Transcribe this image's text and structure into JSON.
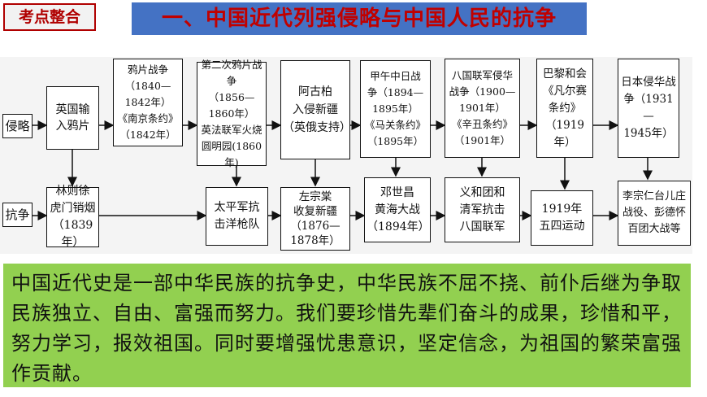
{
  "tag": "考点整合",
  "title": "一、中国近代列强侵略与中国人民的抗争",
  "rows": {
    "aggression": "侵略",
    "resistance": "抗争"
  },
  "aggression_events": [
    "英国输\n入鸦片",
    "鸦片战争\n（1840—1842年）\n《南京条约》\n（1842年）",
    "第二次鸦片战争\n（1856—1860年）\n英法联军火烧\n圆明园(1860年)",
    "阿古柏\n入侵新疆\n（英俄支持）",
    "甲午中日战\n争（1894—\n1895年）\n《马关条约》\n（1895年）",
    "八国联军侵华\n战争（1900—\n1901年）\n《辛丑条约》\n（1901年）",
    "巴黎和会\n《凡尔赛\n条约》\n（1919年）",
    "日本侵华战\n争（1931—\n1945年）"
  ],
  "resistance_events": [
    "林则徐\n虎门销烟\n（1839年）",
    "太平军抗\n击洋枪队",
    "左宗棠\n收复新疆\n（1876—\n1878年）",
    "邓世昌\n黄海大战\n（1894年）",
    "义和团和\n清军抗击\n八国联军",
    "1919年\n五四运动",
    "李宗仁台儿庄\n战役、彭德怀\n百团大战等"
  ],
  "summary": "中国近代史是一部中华民族的抗争史，中华民族不屈不挠、前仆后继为争取民族独立、自由、富强而努力。我们要珍惜先辈们奋斗的成果，珍惜和平，努力学习，报效祖国。同时要增强忧患意识，坚定信念，为祖国的繁荣富强作贡献。",
  "colors": {
    "tag_border": "#b00000",
    "banner_bg": "#4472c4",
    "title_text": "#c00000",
    "summary_bg": "#92d050"
  }
}
